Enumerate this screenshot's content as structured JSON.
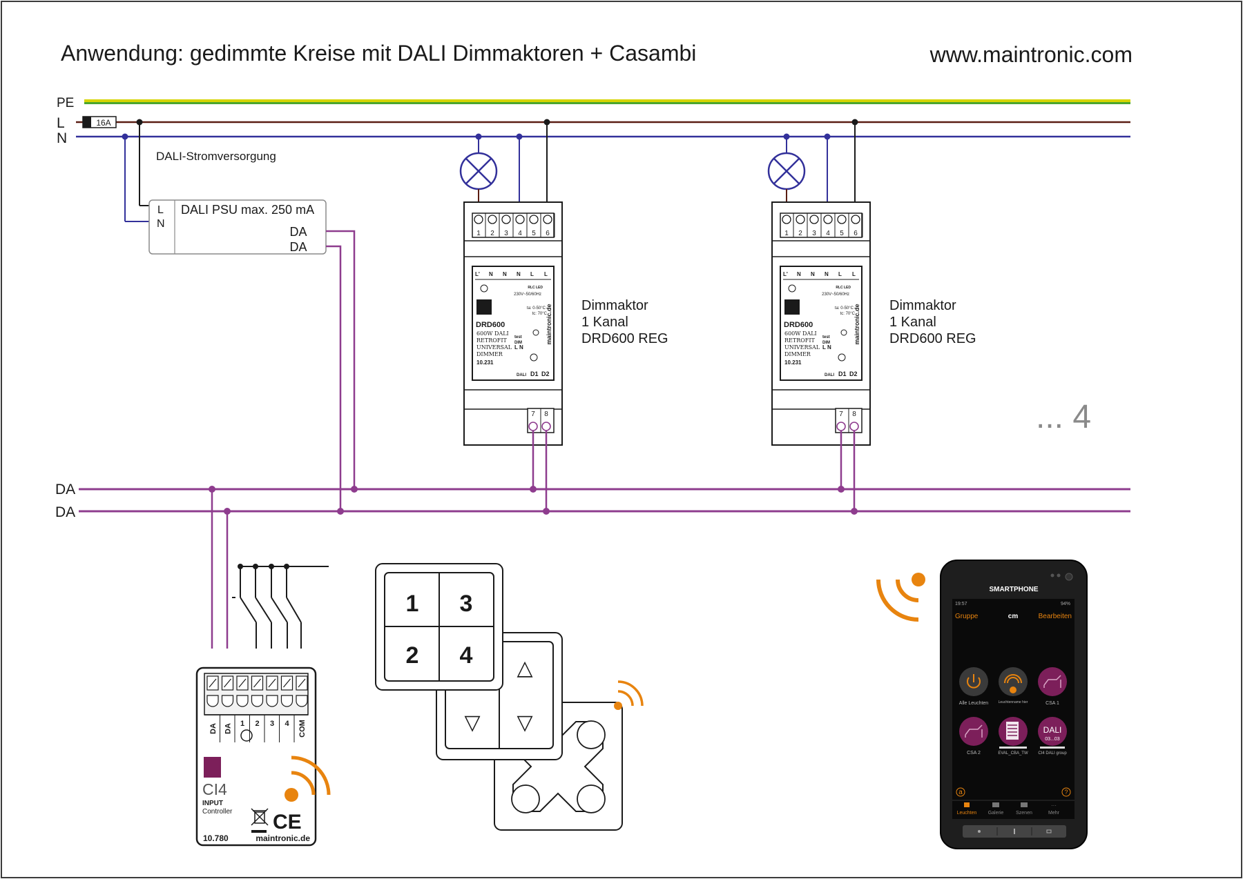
{
  "title": "Anwendung: gedimmte Kreise mit DALI Dimmaktoren + Casambi",
  "website": "www.maintronic.com",
  "colors": {
    "pe_yellow": "#d6d400",
    "pe_green": "#4aa52e",
    "l_line": "#5a1d12",
    "n_line": "#32309a",
    "da_line": "#8e3c8e",
    "accent_orange": "#e8840f",
    "brand_purple": "#7c1f5a"
  },
  "bus_labels": {
    "pe": "PE",
    "l": "L",
    "n": "N",
    "da1": "DA",
    "da2": "DA"
  },
  "fuse": {
    "label": "16A"
  },
  "psu": {
    "supply_label": "DALI-Stromversorgung",
    "title": "DALI PSU max. 250 mA",
    "term_l": "L",
    "term_n": "N",
    "out1": "DA",
    "out2": "DA"
  },
  "dimmers": [
    {
      "caption_line1": "Dimmaktor",
      "caption_line2": "1 Kanal",
      "caption_line3": "DRD600 REG",
      "top_terminals": [
        "1",
        "2",
        "3",
        "4",
        "5",
        "6"
      ],
      "bottom_terminals": [
        "7",
        "8"
      ],
      "face_header": [
        "L'",
        "N",
        "N",
        "N",
        "L",
        "L"
      ],
      "model": "DRD600",
      "desc": [
        "600W DALI",
        "RETROFIT",
        "UNIVERSAL",
        "DIMMER"
      ],
      "article": "10.231",
      "specs": [
        "230V~50/60Hz",
        "ta: 0-50°C",
        "tc: 70°C"
      ],
      "rlc": "RLC LED",
      "test": "test",
      "dim": "DIM",
      "ln": "L  N",
      "dali": "DALI",
      "d1": "D1",
      "d2": "D2",
      "brand_vertical": "maintronic.de"
    },
    {
      "caption_line1": "Dimmaktor",
      "caption_line2": "1 Kanal",
      "caption_line3": "DRD600 REG",
      "top_terminals": [
        "1",
        "2",
        "3",
        "4",
        "5",
        "6"
      ],
      "bottom_terminals": [
        "7",
        "8"
      ],
      "face_header": [
        "L'",
        "N",
        "N",
        "N",
        "L",
        "L"
      ],
      "model": "DRD600",
      "desc": [
        "600W DALI",
        "RETROFIT",
        "UNIVERSAL",
        "DIMMER"
      ],
      "article": "10.231",
      "specs": [
        "230V~50/60Hz",
        "ta: 0-50°C",
        "tc: 70°C"
      ],
      "rlc": "RLC LED",
      "test": "test",
      "dim": "DIM",
      "ln": "L  N",
      "dali": "DALI",
      "d1": "D1",
      "d2": "D2",
      "brand_vertical": "maintronic.de"
    }
  ],
  "more_indicator": "... 4",
  "ci4": {
    "terminals": [
      "DA",
      "DA",
      "1",
      "2",
      "3",
      "4",
      "COM"
    ],
    "logo_text": "CI4",
    "label1": "INPUT",
    "label2": "Controller",
    "article": "10.780",
    "brand": "maintronic.de",
    "ce": "CE"
  },
  "keypad": {
    "buttons": [
      "1",
      "3",
      "2",
      "4"
    ]
  },
  "arrow_panel": {
    "up": "△",
    "down_left": "▽",
    "down_right": "▽"
  },
  "phone": {
    "header": "SMARTPHONE",
    "time": "19:57",
    "battery": "94%",
    "left_action": "Gruppe",
    "center": "cm",
    "right_action": "Bearbeiten",
    "tiles": [
      {
        "label": "Alle Leuchten",
        "icon": "power-icon"
      },
      {
        "label": "Leuchtenname hier",
        "icon": "signal-icon"
      },
      {
        "label": "CSA 1",
        "icon": "switch-icon"
      },
      {
        "label": "CSA 2",
        "icon": "switch-icon"
      },
      {
        "label": "EVAL_CBA_TW",
        "icon": "slider-icon"
      },
      {
        "label": "CI4 DALI group",
        "icon": "dali-icon",
        "badge_top": "DALI",
        "badge_bottom": "03...03"
      }
    ],
    "bottom_left_icon": "a",
    "bottom_right_icon": "?",
    "nav": [
      "Leuchten",
      "Galerie",
      "Szenen",
      "Mehr"
    ]
  }
}
